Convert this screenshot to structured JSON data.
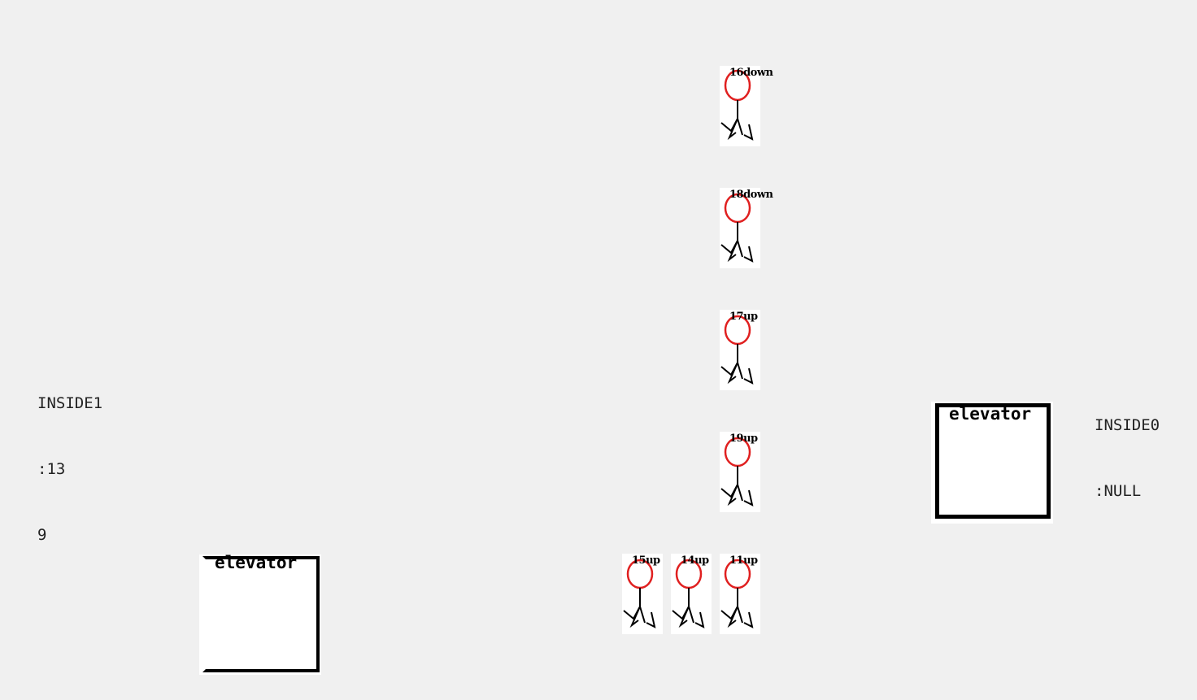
{
  "elevators": [
    {
      "label": "elevator",
      "inside_title": "INSIDE1",
      "inside_lines": [
        ":13",
        "9"
      ]
    },
    {
      "label": "elevator",
      "inside_title": "INSIDE0",
      "inside_lines": [
        ":NULL"
      ]
    }
  ],
  "people": [
    {
      "tag": "16down"
    },
    {
      "tag": "18down"
    },
    {
      "tag": "17up"
    },
    {
      "tag": "19up"
    },
    {
      "tag": "15up"
    },
    {
      "tag": "14up"
    },
    {
      "tag": "11up"
    }
  ],
  "colors": {
    "background": "#f0f0f0",
    "head": "#e02020",
    "body": "#000000",
    "card": "#ffffff"
  }
}
